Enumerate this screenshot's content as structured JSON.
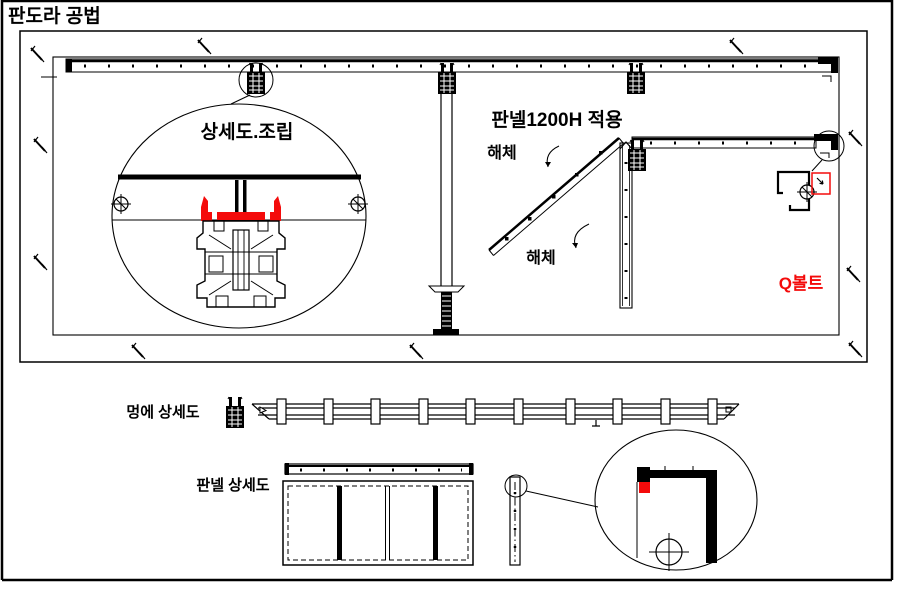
{
  "page": {
    "title": "판도라 공법"
  },
  "colors": {
    "line": "#000000",
    "accent_red": "#f40b0b",
    "background": "#ffffff"
  },
  "main_drawing": {
    "assembly_detail_label": "상세도.조립",
    "panel_size_label": "판넬1200H 적용",
    "dismantle_label_upper": "해체",
    "dismantle_label_lower": "해체",
    "q_bolt_label": "Q볼트"
  },
  "girder_detail": {
    "label": "멍에 상세도"
  },
  "panel_detail": {
    "label": "판넬 상세도"
  }
}
